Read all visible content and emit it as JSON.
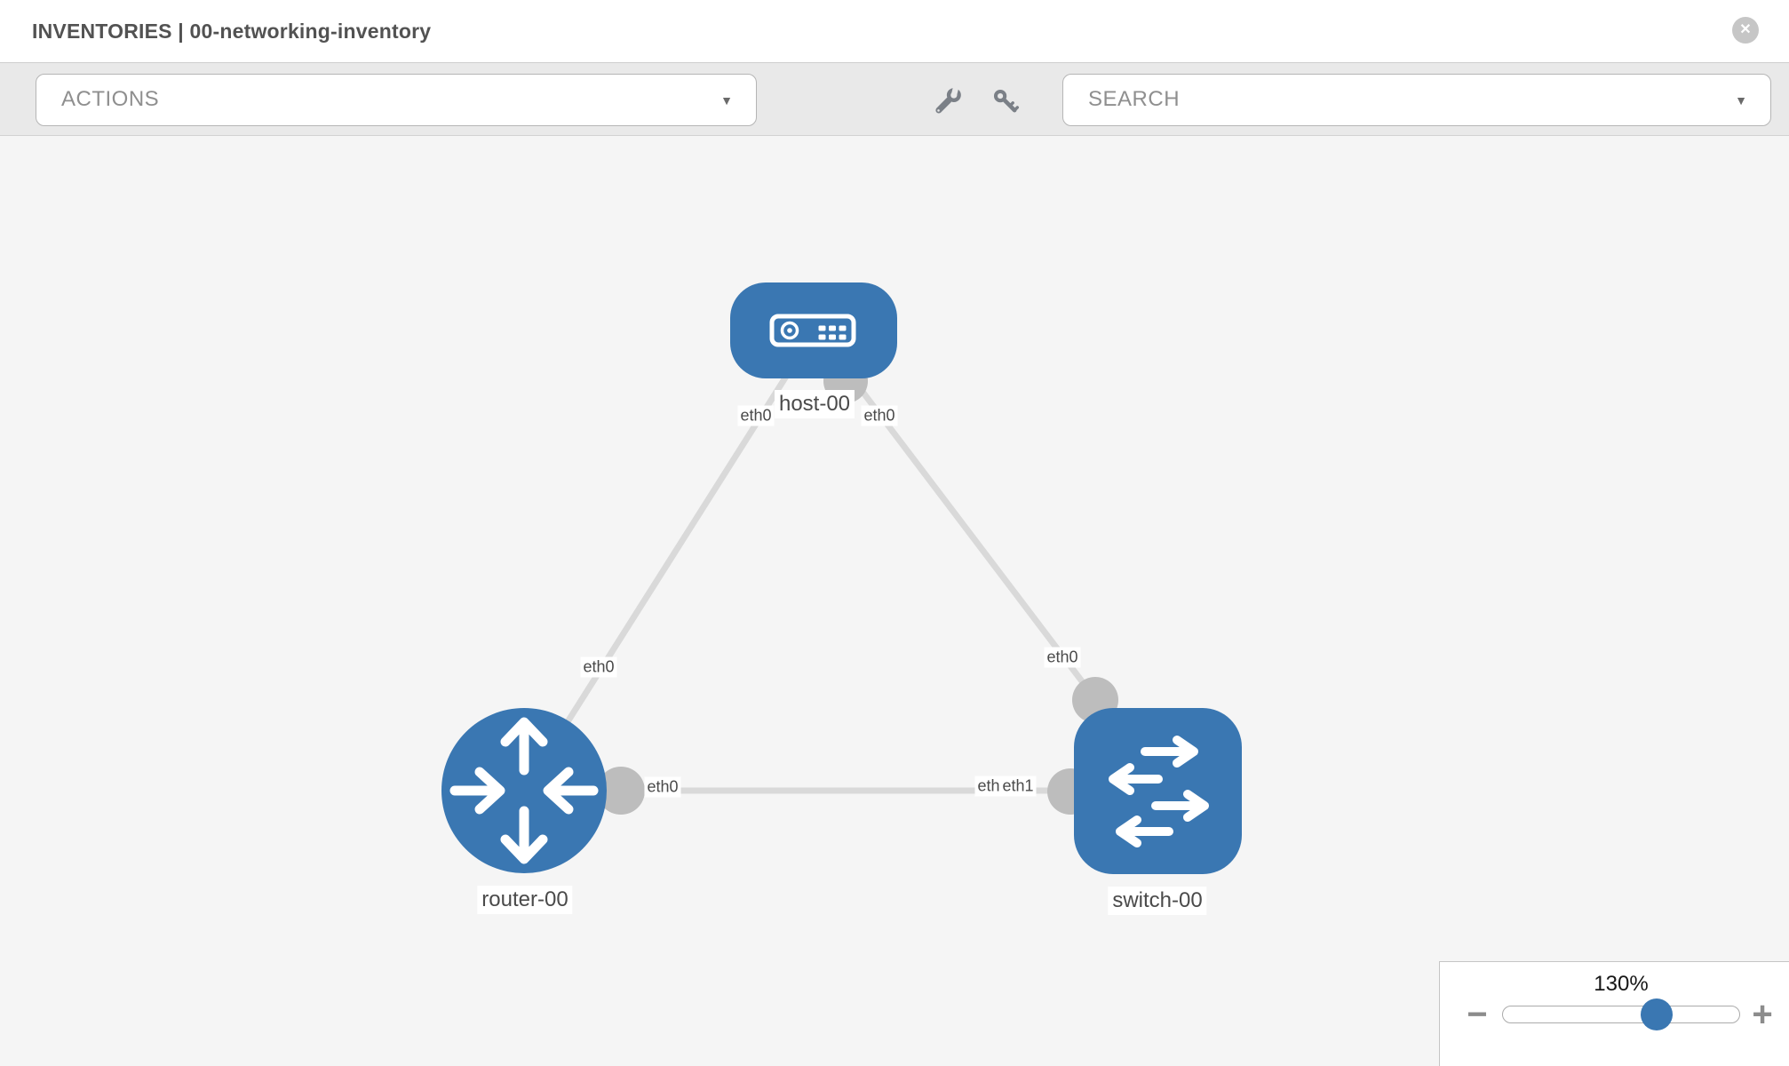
{
  "header": {
    "title": "INVENTORIES | 00-networking-inventory"
  },
  "icons": {
    "close": "✕",
    "caret_down": "▼",
    "wrench": "wrench",
    "key": "key",
    "zoom_out": "−",
    "zoom_in": "+"
  },
  "toolbar": {
    "actions_placeholder": "ACTIONS",
    "search_placeholder": "SEARCH"
  },
  "topology": {
    "nodes": [
      {
        "label": "host-00",
        "type": "host"
      },
      {
        "label": "router-00",
        "type": "router"
      },
      {
        "label": "switch-00",
        "type": "switch"
      }
    ],
    "links": [
      {
        "a": "host-00",
        "a_if": "eth0",
        "b": "router-00",
        "b_if": "eth0"
      },
      {
        "a": "host-00",
        "a_if": "eth0",
        "b": "switch-00",
        "b_if": "eth0"
      },
      {
        "a": "router-00",
        "a_if": "eth0",
        "b": "switch-00",
        "b_if": "eth1"
      }
    ],
    "occluded_interface_label": "eth0",
    "colors": {
      "node_fill": "#3a77b2",
      "link_stroke": "#d9d9d9",
      "connector_fill": "#bdbdbd",
      "canvas_bg": "#f5f5f5"
    }
  },
  "zoom_control": {
    "value": "130%"
  }
}
